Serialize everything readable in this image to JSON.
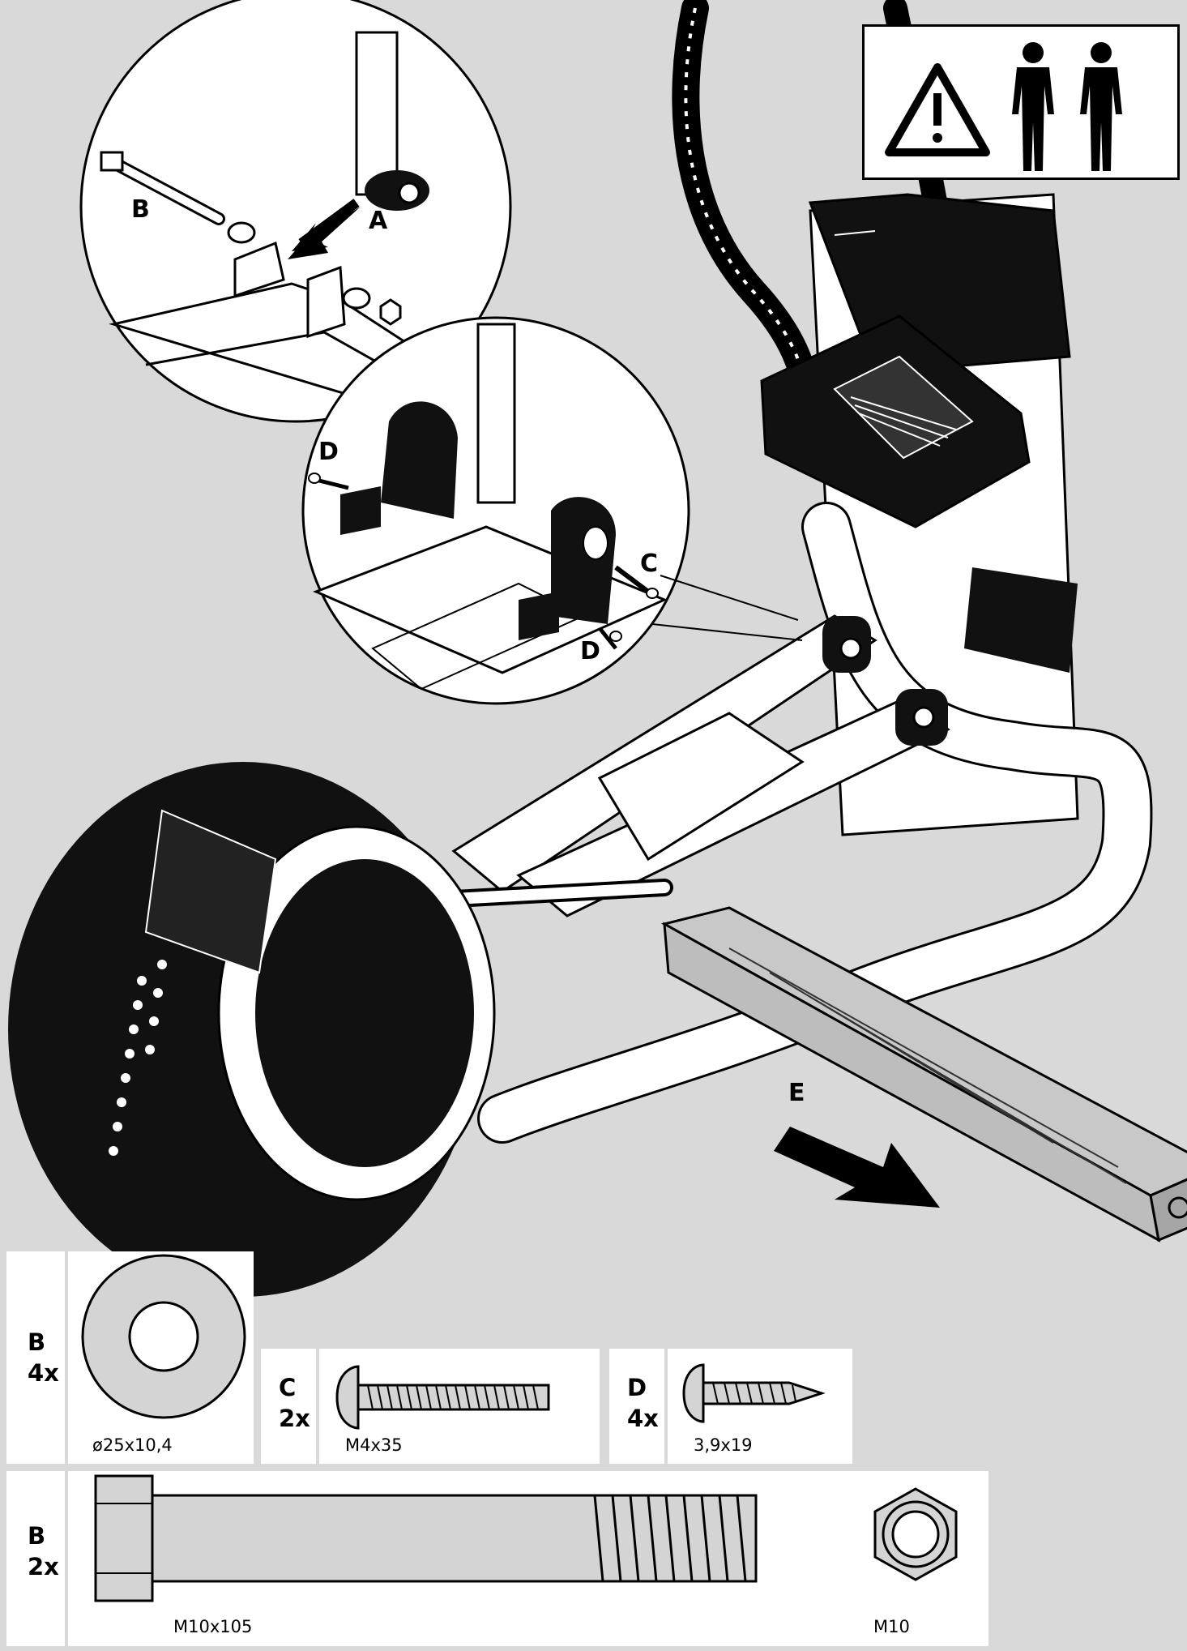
{
  "callouts": {
    "a": "A",
    "b": "B",
    "c": "C",
    "d_top": "D",
    "d_bottom": "D",
    "e": "E"
  },
  "warning": {
    "icons": [
      "warning-triangle-icon",
      "person-icon",
      "person-icon"
    ]
  },
  "parts": {
    "washer": {
      "label": "B",
      "qty": "4x",
      "size": "ø25x10,4"
    },
    "screw_c": {
      "label": "C",
      "qty": "2x",
      "size": "M4x35"
    },
    "screw_d": {
      "label": "D",
      "qty": "4x",
      "size": "3,9x19"
    },
    "bolt": {
      "label": "B",
      "qty": "2x",
      "size": "M10x105"
    },
    "nut": {
      "size": "M10"
    }
  },
  "colors": {
    "background": "#d9d9d9",
    "ink": "#000000",
    "panel": "#ffffff",
    "part_fill": "#d4d4d4"
  }
}
